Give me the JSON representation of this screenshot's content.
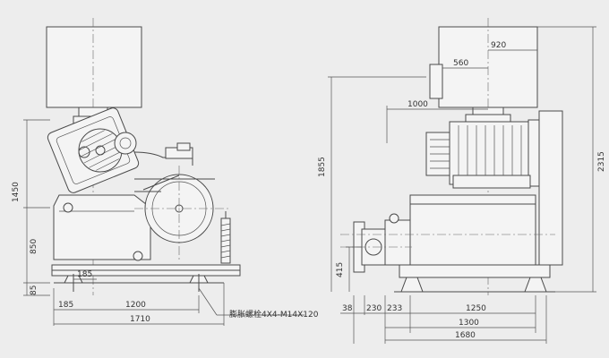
{
  "left_view": {
    "dims": {
      "overall_height": "1450",
      "shaft_height": "850",
      "base_height": "85",
      "offset_185_top": "185",
      "offset_185_bottom": "185",
      "span": "1200",
      "overall_length": "1710"
    },
    "anchor_note": "膨胀螺栓4X4-M14X120"
  },
  "right_view": {
    "dims": {
      "top_width": "920",
      "inlet_offset": "560",
      "reach": "1000",
      "overall_height": "1855",
      "total_height": "2315",
      "outlet_height": "415",
      "off_38": "38",
      "off_230": "230",
      "off_233": "233",
      "width_1250": "1250",
      "width_1300": "1300",
      "width_1680": "1680"
    }
  },
  "colors": {
    "background": "#ededed",
    "line": "#4a4a4a"
  }
}
